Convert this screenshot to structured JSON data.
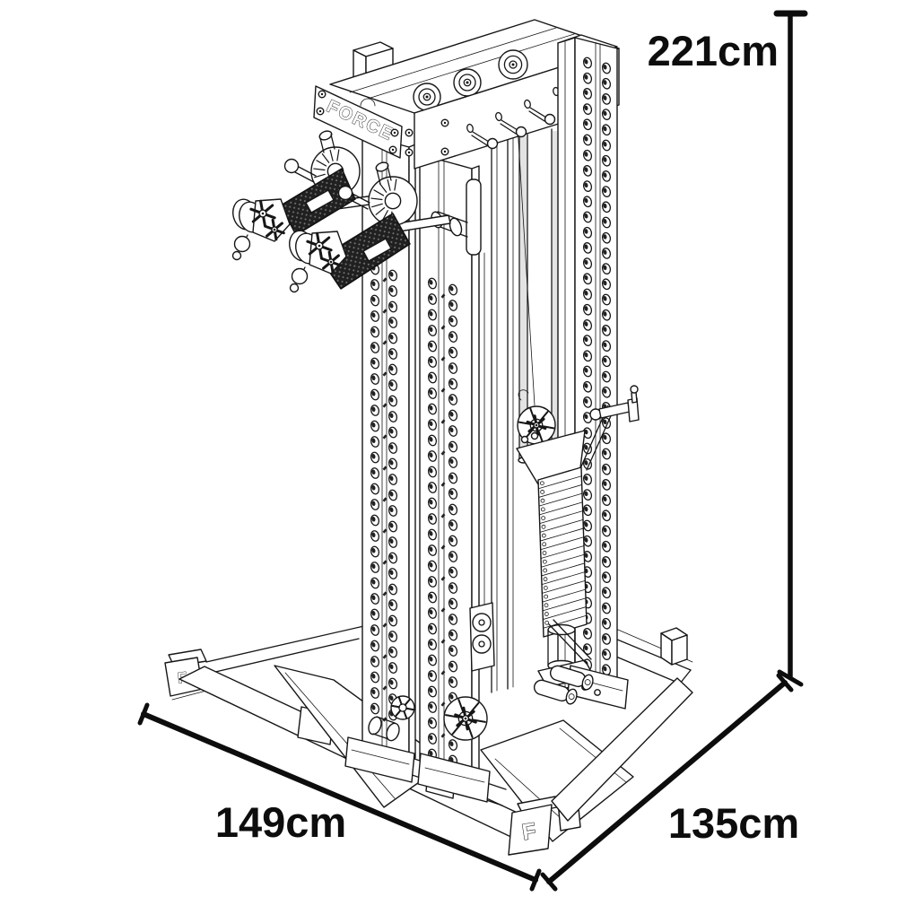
{
  "diagram": {
    "background_color": "#ffffff",
    "line_color": "#161616",
    "label_color": "#0d0d0d",
    "dimension_labels": {
      "height": "221cm",
      "width": "149cm",
      "depth": "135cm"
    },
    "branding": {
      "logo_plate_text": "FORCE",
      "foot_cap_monogram": "F"
    }
  }
}
